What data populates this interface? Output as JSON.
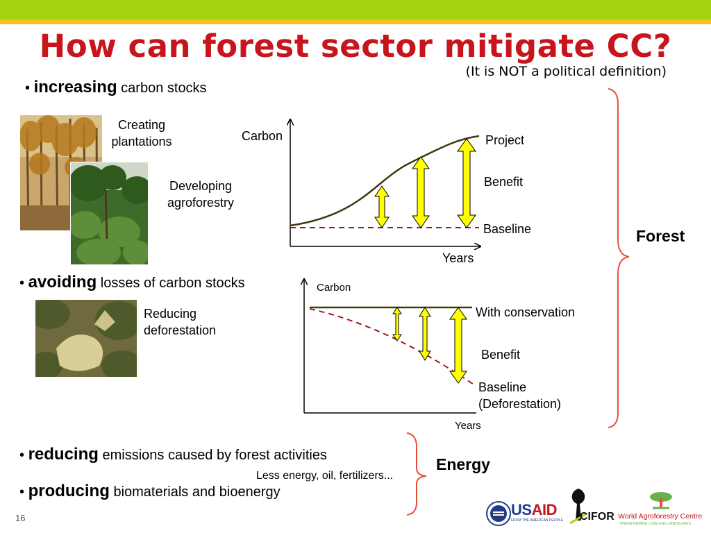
{
  "title": "How can forest sector mitigate CC?",
  "subtitle": "(It is NOT a political definition)",
  "bullets": {
    "increasing": {
      "bold": "increasing",
      "rest": "carbon stocks"
    },
    "avoiding": {
      "bold": "avoiding",
      "rest": "losses of carbon stocks"
    },
    "reducing": {
      "bold": "reducing",
      "rest": "emissions caused by forest activities"
    },
    "producing": {
      "bold": "producing",
      "rest": "biomaterials and bioenergy"
    }
  },
  "images": {
    "creating_plantations": "Creating\nplantations",
    "developing_agroforestry": "Developing\nagroforestry",
    "reducing_deforestation": "Reducing\ndeforestation"
  },
  "chart1": {
    "ylabel": "Carbon",
    "xlabel": "Years",
    "project": "Project",
    "benefit": "Benefit",
    "baseline": "Baseline"
  },
  "chart2": {
    "ylabel": "Carbon",
    "xlabel": "Years",
    "conservation": "With conservation",
    "benefit": "Benefit",
    "baseline": "Baseline\n(Deforestation)"
  },
  "note": "Less energy, oil, fertilizers...",
  "groups": {
    "forest": "Forest",
    "energy": "Energy"
  },
  "page_number": "16",
  "logos": {
    "usaid": "USAID",
    "usaid_sub": "FROM THE AMERICAN PEOPLE",
    "cifor": "CIFOR",
    "wac": "World Agroforestry Centre",
    "wac_sub": "TRANSFORMING LIVES AND LANDSCAPES"
  },
  "colors": {
    "title": "#c8141c",
    "topbar": "#a6d30f",
    "accent_bar": "#f6c31a",
    "brace": "#e8503a",
    "arrow_fill": "#ffff00",
    "project_curve": "#3d3a0c",
    "baseline": "#a01818"
  }
}
